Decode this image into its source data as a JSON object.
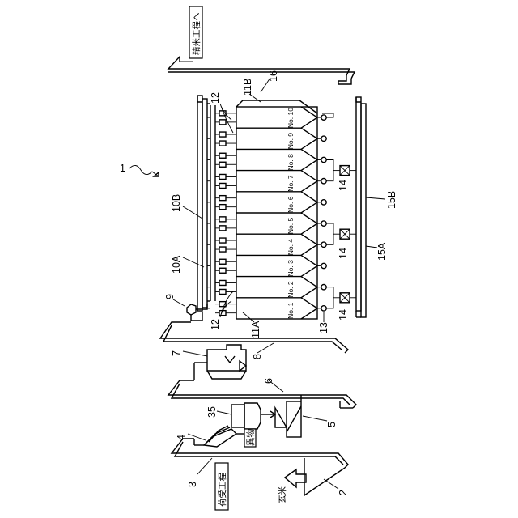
{
  "labels": {
    "polishing_dest": "精米工程へ",
    "receiving": "荷受工程",
    "brown_rice": "玄米",
    "foreign_matter": "異物"
  },
  "numbers": {
    "n1": "1",
    "n2": "2",
    "n3": "3",
    "n4": "4",
    "n5": "5",
    "n6": "6",
    "n7": "7",
    "n8": "8",
    "n9": "9",
    "n10a": "10A",
    "n10b": "10B",
    "n11a": "11A",
    "n11b": "11B",
    "n12_top": "12",
    "n12_bottom": "12",
    "n13": "13",
    "n14_a": "14",
    "n14_b": "14",
    "n14_c": "14",
    "n15a": "15A",
    "n15b": "15B",
    "n16": "16",
    "n35": "35"
  },
  "bins": [
    "No. 1",
    "No. 2",
    "No. 3",
    "No. 4",
    "No. 5",
    "No. 6",
    "No. 7",
    "No. 8",
    "No. 9",
    "No. 10"
  ]
}
